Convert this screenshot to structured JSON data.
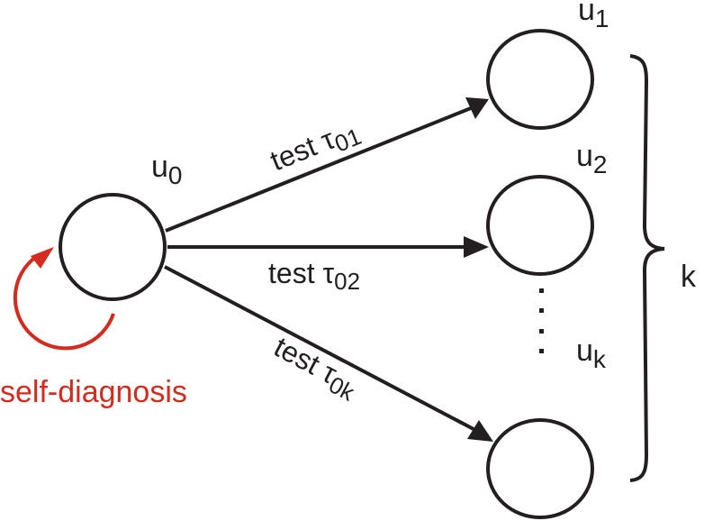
{
  "nodes": {
    "u0": {
      "base": "u",
      "sub": "0"
    },
    "u1": {
      "base": "u",
      "sub": "1"
    },
    "u2": {
      "base": "u",
      "sub": "2"
    },
    "uk": {
      "base": "u",
      "sub": "k"
    }
  },
  "edges": [
    {
      "word": "test",
      "symbol": "τ",
      "sub": "01"
    },
    {
      "word": "test",
      "symbol": "τ",
      "sub": "02"
    },
    {
      "word": "test",
      "symbol": "τ",
      "sub": "0k"
    }
  ],
  "self_loop": {
    "label": "self-diagnosis",
    "color": "#d52b1e"
  },
  "brace": {
    "label": "k"
  },
  "ellipsis": "·",
  "colors": {
    "stroke": "#231f20",
    "accent": "#d52b1e"
  }
}
